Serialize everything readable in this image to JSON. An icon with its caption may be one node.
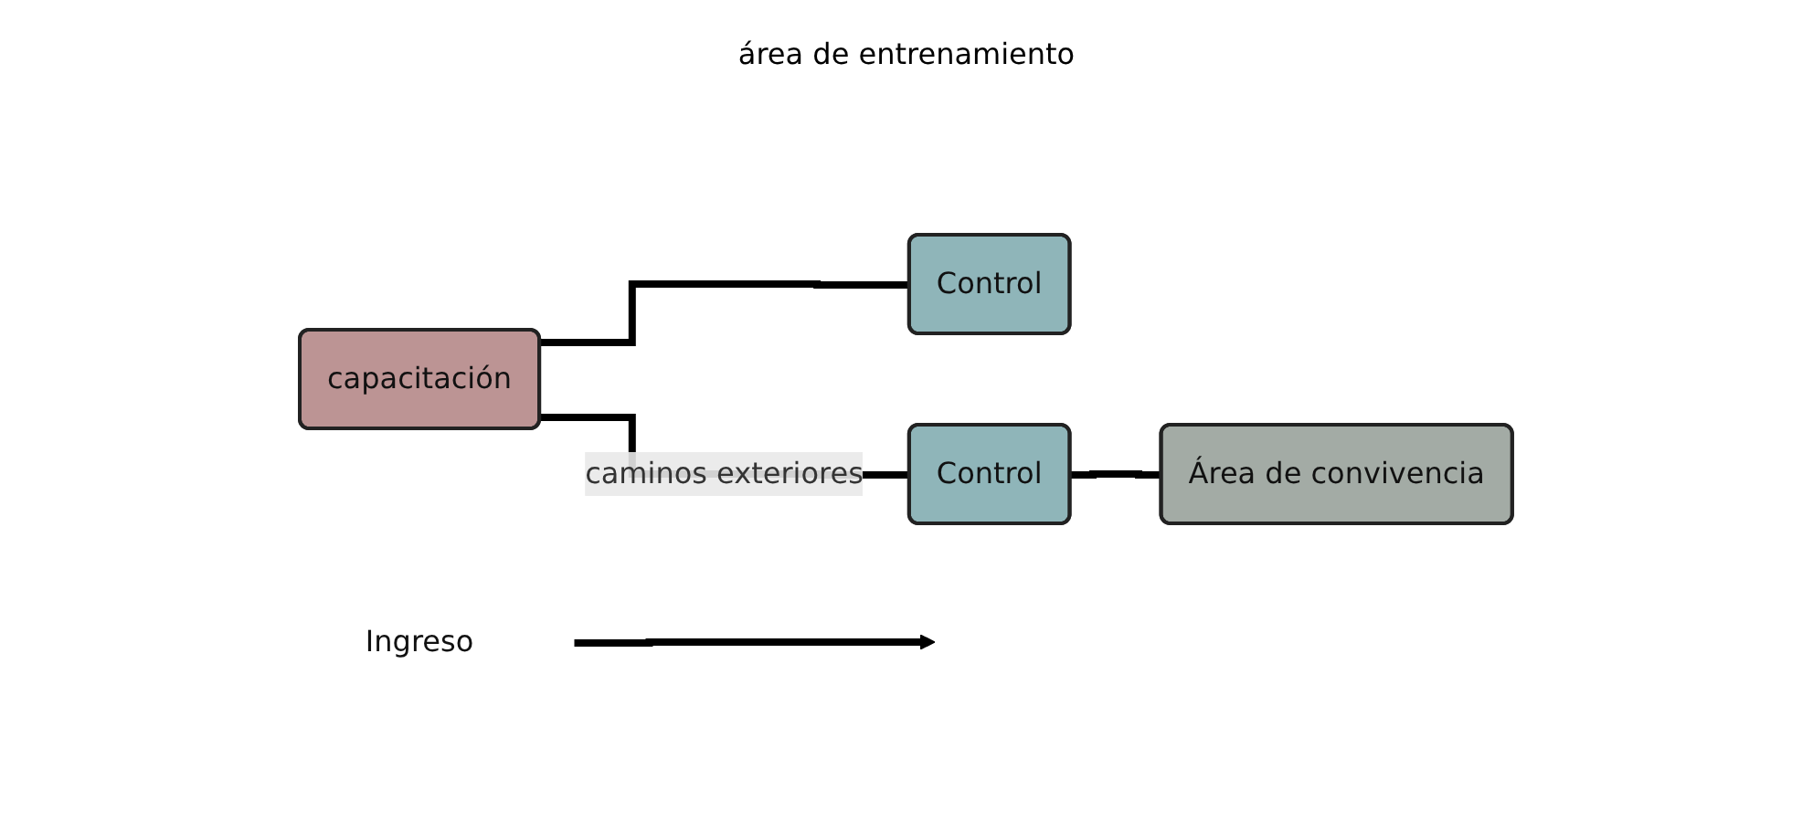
{
  "diagram": {
    "nodes": [
      {
        "text": [
          "capacitación"
        ]
      },
      {
        "text": [
          "Control"
        ]
      },
      {
        "text": [
          "Control"
        ]
      },
      {
        "text": [
          "Área de convivencia"
        ]
      },
      {
        "text": [
          "Ingreso"
        ]
      }
    ],
    "edges": [
      {
        "from": 0,
        "to": 1,
        "arrow": "none"
      },
      {
        "from": 0,
        "to": 2,
        "arrow": "none",
        "label": "caminos exteriores"
      },
      {
        "from": 2,
        "to": 3,
        "arrow": "none"
      },
      {
        "from": 4,
        "to": null,
        "arrow": "to"
      }
    ],
    "labels": [
      "área de entrenamiento"
    ]
  }
}
